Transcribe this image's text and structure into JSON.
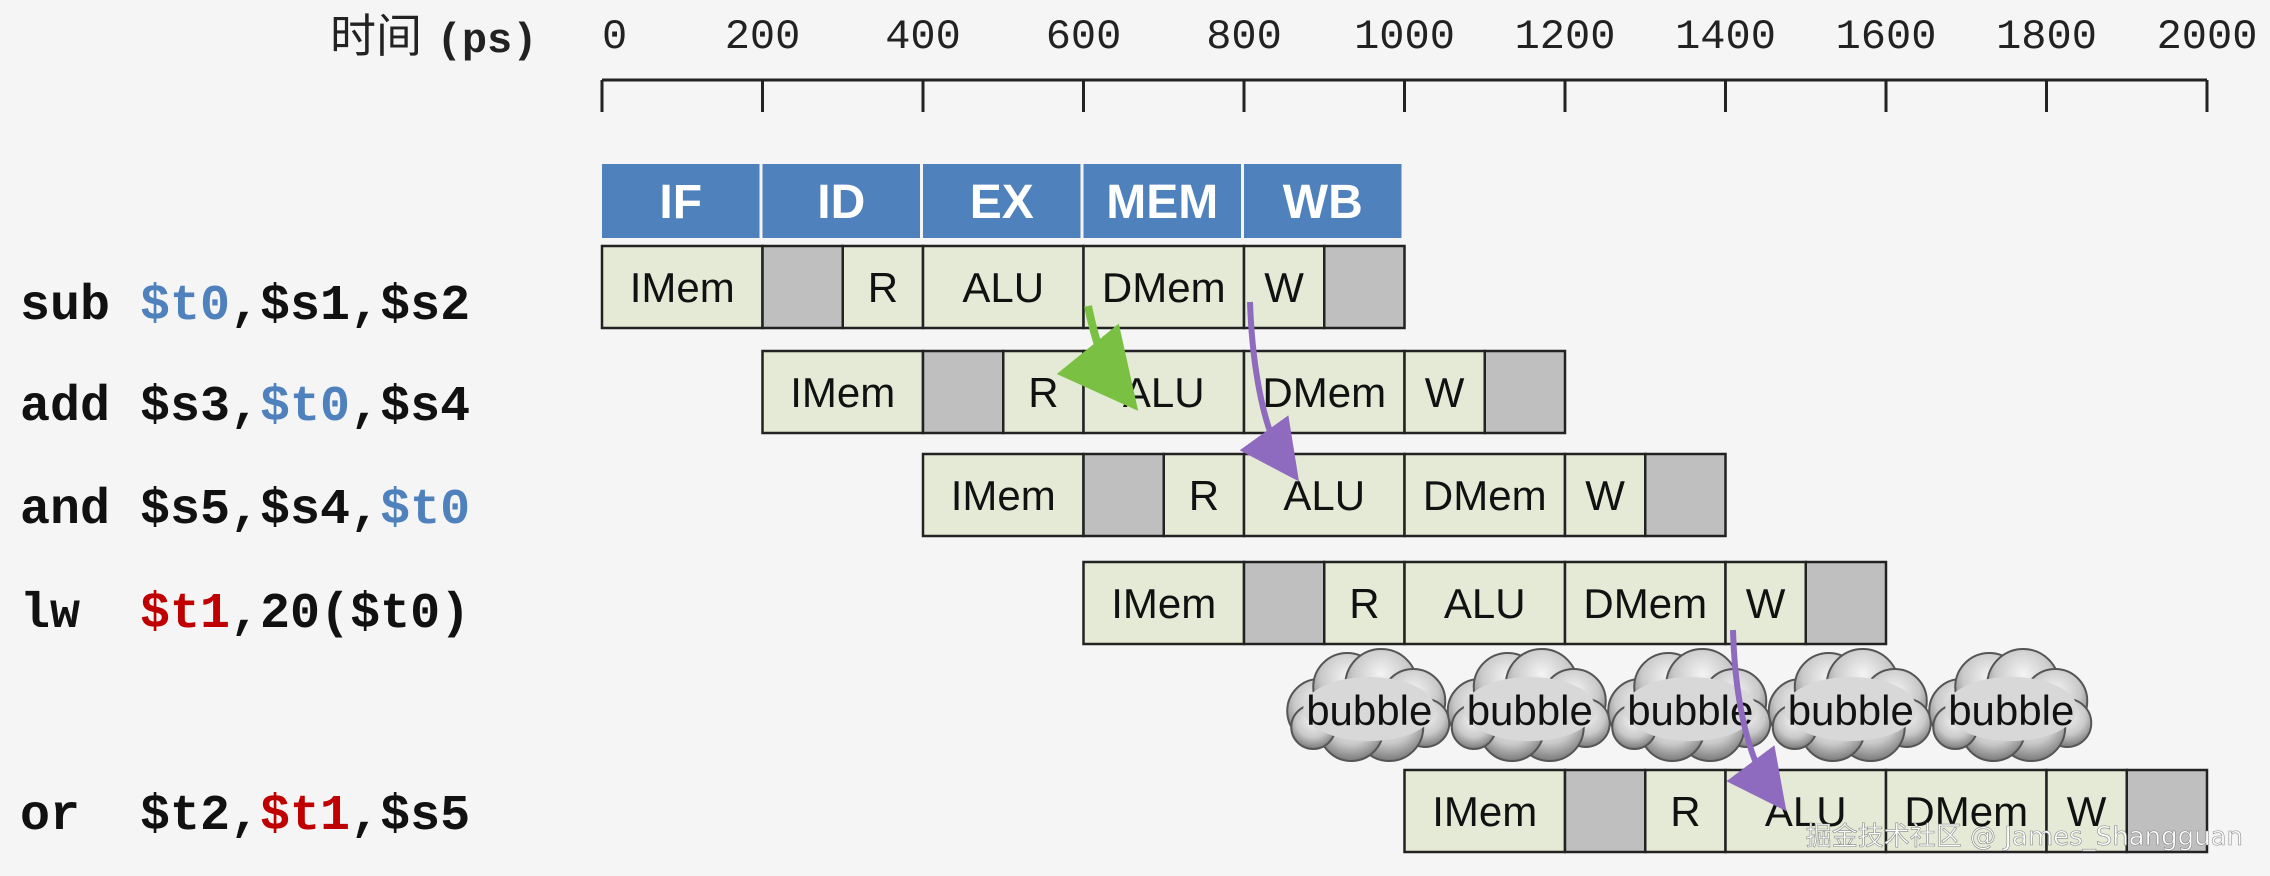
{
  "timeline": {
    "label_cjk": "时间",
    "label_unit": "(ps)",
    "ticks": [
      "0",
      "200",
      "400",
      "600",
      "800",
      "1000",
      "1200",
      "1400",
      "1600",
      "1800",
      "2000"
    ]
  },
  "stages": [
    "IF",
    "ID",
    "EX",
    "MEM",
    "WB"
  ],
  "colors": {
    "stage_header": "#4f81bd",
    "cell_fill": "#e4ead6",
    "gray_fill": "#bfbfbf",
    "blue_reg": "#4f81bd",
    "red_reg": "#c00000",
    "green_arrow": "#7ac143",
    "purple_arrow": "#8e6bbf"
  },
  "instructions": [
    {
      "parts": [
        {
          "t": "sub ",
          "c": "black"
        },
        {
          "t": "$t0",
          "c": "blue"
        },
        {
          "t": ",$s1,$s2",
          "c": "black"
        }
      ],
      "start": 0
    },
    {
      "parts": [
        {
          "t": "add $s3,",
          "c": "black"
        },
        {
          "t": "$t0",
          "c": "blue"
        },
        {
          "t": ",$s4",
          "c": "black"
        }
      ],
      "start": 1
    },
    {
      "parts": [
        {
          "t": "and $s5,$s4,",
          "c": "black"
        },
        {
          "t": "$t0",
          "c": "blue"
        }
      ],
      "start": 2
    },
    {
      "parts": [
        {
          "t": "lw  ",
          "c": "black"
        },
        {
          "t": "$t1",
          "c": "red"
        },
        {
          "t": ",20($t0)",
          "c": "black"
        }
      ],
      "start": 3
    },
    {
      "parts": [
        {
          "t": "or  $t2,",
          "c": "black"
        },
        {
          "t": "$t1",
          "c": "red"
        },
        {
          "t": ",$s5",
          "c": "black"
        }
      ],
      "start": 5
    }
  ],
  "cells": [
    "IMem",
    "",
    "R",
    "ALU",
    "DMem",
    "W",
    ""
  ],
  "bubble": {
    "label": "bubble",
    "count": 5,
    "start": 4
  },
  "watermark": "掘金技术社区 @ James_Shangguan"
}
